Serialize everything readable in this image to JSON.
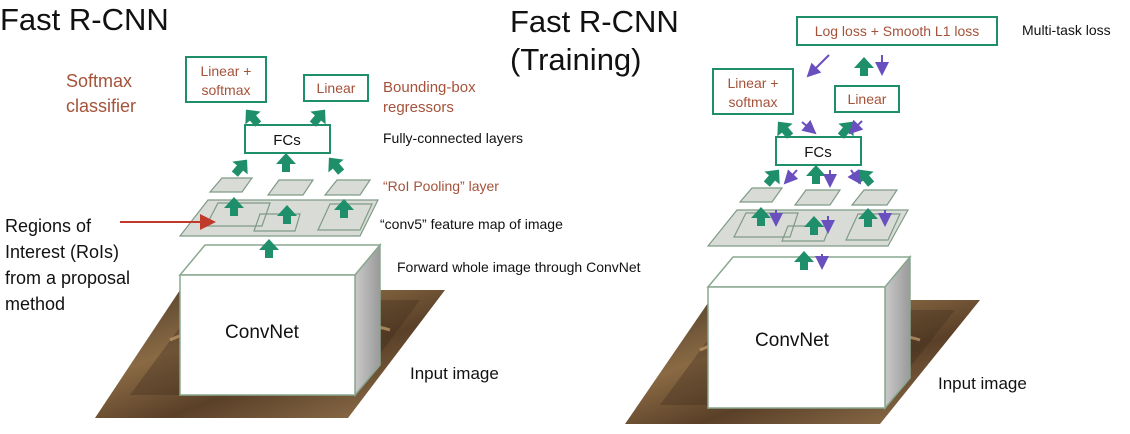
{
  "colors": {
    "teal": "#1f8f6b",
    "arrow_green": "#1f8f6b",
    "annot_brown": "#a5523a",
    "purple": "#6a4fbf",
    "plane_fill": "#d9dcd6",
    "plane_stroke": "#7f9a86",
    "red_arrow": "#c0392b"
  },
  "left": {
    "title": "Fast R-CNN",
    "softmax_line1": "Softmax",
    "softmax_line2": "classifier",
    "box_linear_softmax_line1": "Linear +",
    "box_linear_softmax_line2": "softmax",
    "box_linear": "Linear",
    "bbox_line1": "Bounding-box",
    "bbox_line2": "regressors",
    "fcs": "FCs",
    "fc_label": "Fully-connected layers",
    "roi_pool_label": "“RoI Pooling” layer",
    "conv5_label": "“conv5” feature map of image",
    "regions_line1": "Regions of",
    "regions_line2": "Interest (RoIs)",
    "regions_line3": "from a proposal",
    "regions_line4": "method",
    "forward_label": "Forward whole image through ConvNet",
    "convnet": "ConvNet",
    "input_image": "Input image"
  },
  "right": {
    "title_line1": "Fast R-CNN",
    "title_line2": "(Training)",
    "loss_box": "Log loss + Smooth L1 loss",
    "multitask": "Multi-task loss",
    "box_linear_softmax_line1": "Linear +",
    "box_linear_softmax_line2": "softmax",
    "box_linear": "Linear",
    "fcs": "FCs",
    "convnet": "ConvNet",
    "input_image": "Input image"
  }
}
